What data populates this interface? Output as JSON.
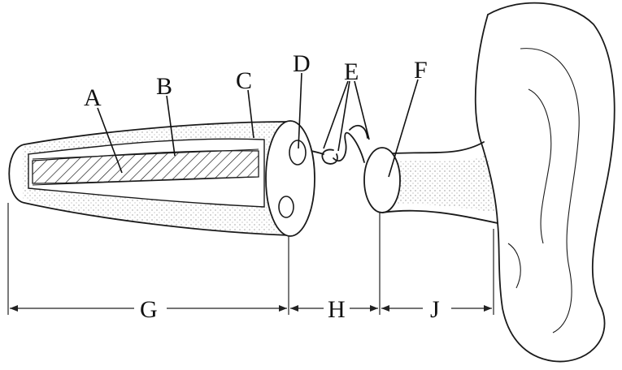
{
  "labels": {
    "a": "A",
    "b": "B",
    "c": "C",
    "d": "D",
    "e": "E",
    "f": "F",
    "g": "G",
    "h": "H",
    "j": "J"
  }
}
